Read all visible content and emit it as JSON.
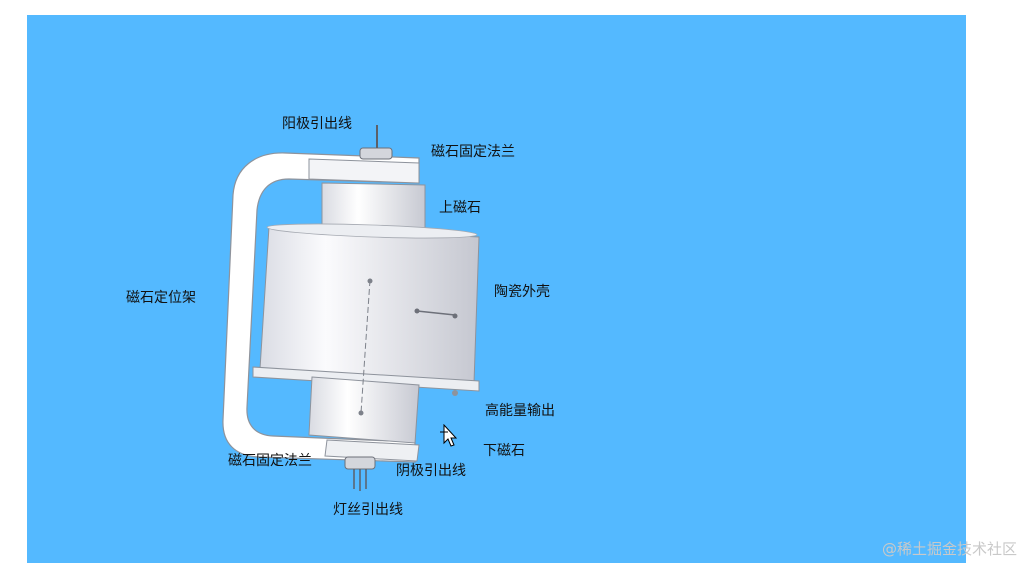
{
  "labels": {
    "anode_lead": "阳极引出线",
    "top_flange": "磁石固定法兰",
    "upper_magnet": "上磁石",
    "magnet_bracket": "磁石定位架",
    "ceramic_shell": "陶瓷外壳",
    "rf_output": "高能量输出",
    "lower_magnet": "下磁石",
    "bottom_flange": "磁石固定法兰",
    "cathode_lead": "阴极引出线",
    "filament_lead": "灯丝引出线"
  },
  "watermark": "@稀土掘金技术社区",
  "colors": {
    "background": "#54b9ff",
    "page": "#ffffff"
  }
}
